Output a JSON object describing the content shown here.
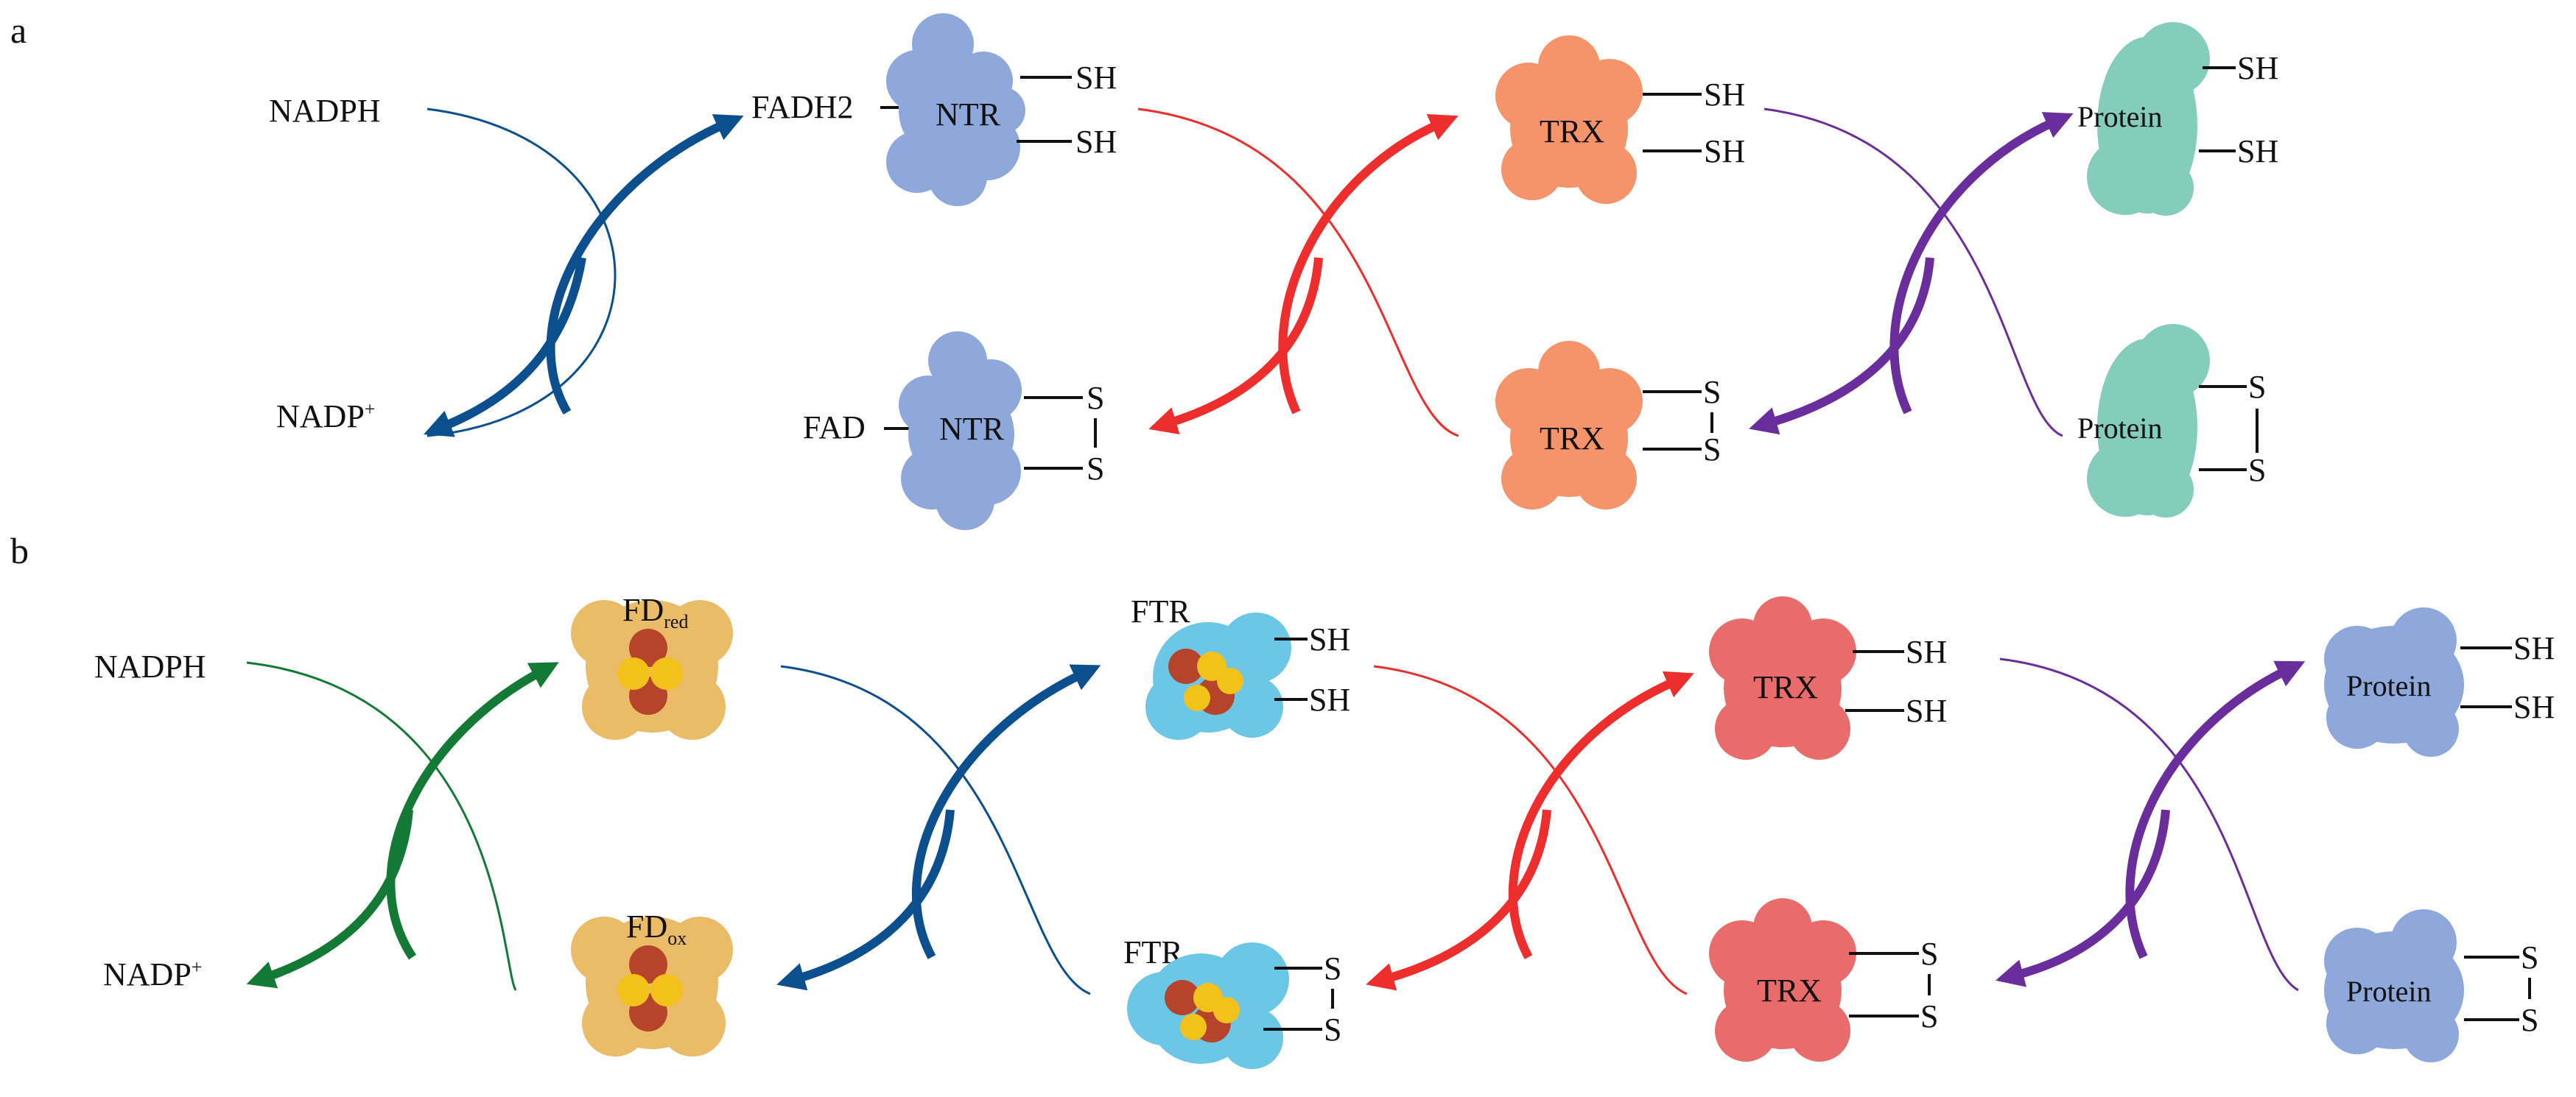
{
  "panels": {
    "a": {
      "label": "a",
      "nadph": "NADPH",
      "nadp": "NADP",
      "nadp_sup": "+",
      "fadh2": "FADH2",
      "fad": "FAD",
      "ntr_top": "NTR",
      "ntr_bottom": "NTR",
      "trx_top": "TRX",
      "trx_bottom": "TRX",
      "protein_top": "Protein",
      "protein_bottom": "Protein",
      "sh": "SH",
      "s": "S"
    },
    "b": {
      "label": "b",
      "nadph": "NADPH",
      "nadp": "NADP",
      "nadp_sup": "+",
      "fd_red": "FD",
      "fd_red_sub": "red",
      "fd_ox": "FD",
      "fd_ox_sub": "ox",
      "ftr_top": "FTR",
      "ftr_bottom": "FTR",
      "trx_top": "TRX",
      "trx_bottom": "TRX",
      "protein_top": "Protein",
      "protein_bottom": "Protein",
      "sh": "SH",
      "s": "S"
    }
  },
  "colors": {
    "arrow_blue": "#0b4f8f",
    "arrow_red": "#ee2d2d",
    "arrow_purple": "#6a2d9c",
    "arrow_green": "#127a35",
    "ntr_blue": "#8fa8db",
    "trx_orange": "#f5936a",
    "protein_teal": "#84ccbc",
    "fd_gold": "#ebbc68",
    "ftr_cyan": "#6cc7e6",
    "trx_red": "#e96b6b",
    "protein_blue": "#8ea8dc",
    "iron_sulfur_red": "#b5442a",
    "iron_sulfur_yellow": "#f2c21b"
  }
}
